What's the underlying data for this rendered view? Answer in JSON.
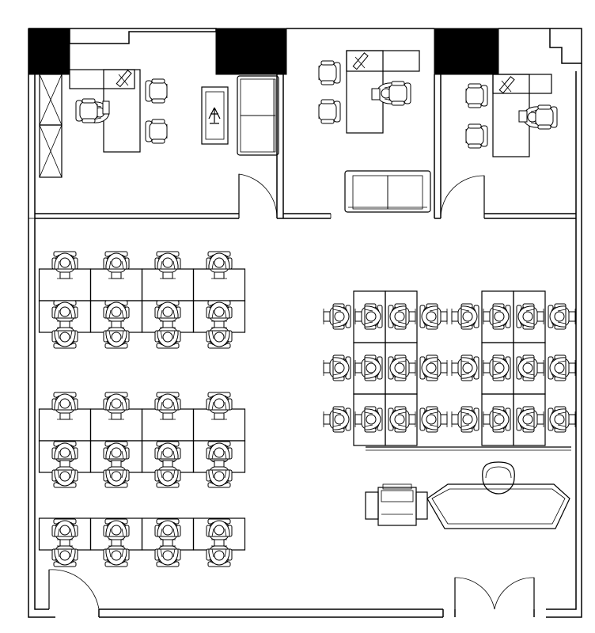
{
  "plan": {
    "colors": {
      "line": "#000000",
      "background": "#ffffff",
      "column_fill": "#000000"
    },
    "rooms": [
      {
        "id": "office-1",
        "desks": 1,
        "chairs_guest": 2,
        "has_sofa": true,
        "has_plant_stand": true
      },
      {
        "id": "office-2",
        "desks": 1,
        "chairs_guest": 2,
        "has_sofa": true
      },
      {
        "id": "office-3",
        "desks": 1,
        "chairs_guest": 2
      }
    ],
    "workstations": {
      "left_block_rows": 5,
      "left_block_cols": 4,
      "right_clusters": 2,
      "right_cluster_seats": 12
    },
    "reception": {
      "has_desk": true,
      "has_copier": true,
      "has_guest_chair": true
    },
    "doors": 5,
    "columns": 3,
    "icons": [
      "workstation-icon",
      "office-chair-icon",
      "sofa-icon",
      "plant-icon",
      "monitor-icon",
      "copier-icon",
      "door-swing-icon",
      "cabinet-icon"
    ]
  }
}
